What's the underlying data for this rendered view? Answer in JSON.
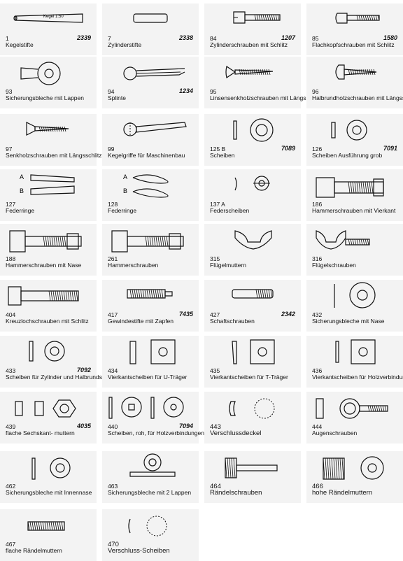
{
  "items": [
    {
      "number": "1",
      "name": "Kegelstifte",
      "din": "2339",
      "icon": "taper-pin-icon",
      "detail": "Kegel 1:50"
    },
    {
      "number": "7",
      "name": "Zylinderstifte",
      "din": "2338",
      "icon": "cylinder-pin-icon"
    },
    {
      "number": "84",
      "name": "Zylinderschrauben mit Schlitz",
      "din": "1207",
      "icon": "cheese-head-screw-icon"
    },
    {
      "number": "85",
      "name": "Flachkopfschrauben mit Schlitz",
      "din": "1580",
      "icon": "pan-head-screw-icon"
    },
    {
      "number": "93",
      "name": "Sicherungsbleche mit Lappen",
      "din": "",
      "icon": "tab-washer-icon"
    },
    {
      "number": "94",
      "name": "Splinte",
      "din": "1234",
      "icon": "split-pin-icon"
    },
    {
      "number": "95",
      "name": "Linsensenkholzschrauben mit Längsschlitz",
      "din": "",
      "icon": "raised-countersunk-wood-screw-icon"
    },
    {
      "number": "96",
      "name": "Halbrundholzschrauben mit Längsschlitz",
      "din": "",
      "icon": "round-head-wood-screw-icon"
    },
    {
      "number": "97",
      "name": "Senkholzschrauben mit Längsschlitz",
      "din": "",
      "icon": "countersunk-wood-screw-icon"
    },
    {
      "number": "99",
      "name": "Kegelgriffe für Maschinenbau",
      "din": "",
      "icon": "taper-handle-icon"
    },
    {
      "number": "125 B",
      "name": "Scheiben",
      "din": "7089",
      "icon": "washer-icon"
    },
    {
      "number": "126",
      "name": "Scheiben Ausführung grob",
      "din": "7091",
      "icon": "coarse-washer-icon"
    },
    {
      "number": "127",
      "name": "Federringe",
      "din": "",
      "icon": "spring-ring-icon",
      "variants": [
        "A",
        "B"
      ]
    },
    {
      "number": "128",
      "name": "Federringe",
      "din": "",
      "icon": "spring-ring-wavy-icon",
      "variants": [
        "A",
        "B"
      ]
    },
    {
      "number": "137 A",
      "name": "Federscheiben",
      "din": "",
      "icon": "spring-washer-icon"
    },
    {
      "number": "186",
      "name": "Hammerschrauben mit Vierkant",
      "din": "",
      "icon": "t-head-bolt-square-neck-icon"
    },
    {
      "number": "188",
      "name": "Hammerschrauben mit Nase",
      "din": "",
      "icon": "t-head-bolt-nib-icon"
    },
    {
      "number": "261",
      "name": "Hammerschrauben",
      "din": "",
      "icon": "t-head-bolt-icon"
    },
    {
      "number": "315",
      "name": "Flügelmuttern",
      "din": "",
      "icon": "wing-nut-icon"
    },
    {
      "number": "316",
      "name": "Flügelschrauben",
      "din": "",
      "icon": "wing-screw-icon"
    },
    {
      "number": "404",
      "name": "Kreuzlochschrauben mit Schlitz",
      "din": "",
      "icon": "cross-hole-screw-icon"
    },
    {
      "number": "417",
      "name": "Gewindestifte mit Zapfen",
      "din": "7435",
      "icon": "set-screw-icon"
    },
    {
      "number": "427",
      "name": "Schaftschrauben",
      "din": "2342",
      "icon": "shank-screw-icon"
    },
    {
      "number": "432",
      "name": "Sicherungsbleche mit Nase",
      "din": "",
      "icon": "lock-washer-nose-icon"
    },
    {
      "number": "433",
      "name": "Scheiben für Zylinder und Halbrundschrauben",
      "din": "7092",
      "icon": "washer-thick-icon"
    },
    {
      "number": "434",
      "name": "Vierkantscheiben für U-Träger",
      "din": "",
      "icon": "square-washer-u-icon"
    },
    {
      "number": "435",
      "name": "Vierkantscheiben für T-Träger",
      "din": "",
      "icon": "square-washer-t-icon"
    },
    {
      "number": "436",
      "name": "Vierkantscheiben für Holzverbindungen",
      "din": "",
      "icon": "square-washer-wood-icon"
    },
    {
      "number": "439",
      "name": "flache Sechskant- muttern",
      "din": "4035",
      "icon": "flat-hex-nut-icon"
    },
    {
      "number": "440",
      "name": "Scheiben, roh, für Holzverbindungen",
      "din": "7094",
      "icon": "rough-washer-icon"
    },
    {
      "number": "443",
      "name": "Verschlussdeckel",
      "din": "",
      "icon": "closure-cap-icon"
    },
    {
      "number": "444",
      "name": "Augenschrauben",
      "din": "",
      "icon": "eye-bolt-icon"
    },
    {
      "number": "462",
      "name": "Sicherungsbleche mit Innennase",
      "din": "",
      "icon": "internal-tab-washer-icon"
    },
    {
      "number": "463",
      "name": "Sicherungsbleche mit 2 Lappen",
      "din": "",
      "icon": "two-tab-washer-icon"
    },
    {
      "number": "464",
      "name": "Rändelschrauben",
      "din": "",
      "icon": "knurled-screw-icon"
    },
    {
      "number": "466",
      "name": "hohe Rändelmuttern",
      "din": "",
      "icon": "high-knurled-nut-icon"
    },
    {
      "number": "467",
      "name": "flache Rändelmuttern",
      "din": "",
      "icon": "flat-knurled-nut-icon"
    },
    {
      "number": "470",
      "name": "Verschluss-Scheiben",
      "din": "",
      "icon": "closure-disc-icon"
    }
  ]
}
